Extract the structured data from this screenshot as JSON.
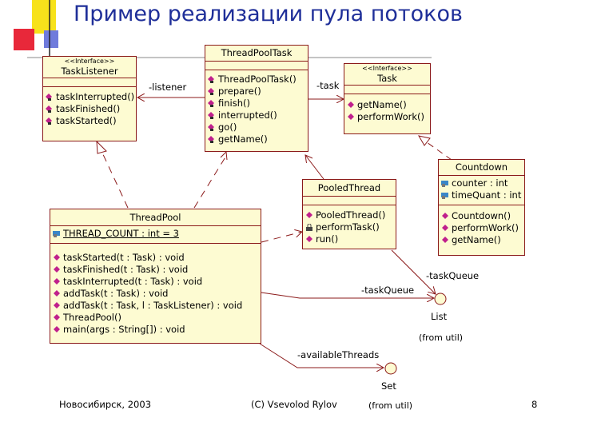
{
  "title": "Пример реализации пула потоков",
  "classes": {
    "tasklistener": {
      "stereotype": "<<Interface>>",
      "name": "TaskListener",
      "methods": [
        "taskInterrupted()",
        "taskFinished()",
        "taskStarted()"
      ]
    },
    "threadpooltask": {
      "name": "ThreadPoolTask",
      "methods": [
        "ThreadPoolTask()",
        "prepare()",
        "finish()",
        "interrupted()",
        "go()",
        "getName()"
      ]
    },
    "task": {
      "stereotype": "<<Interface>>",
      "name": "Task",
      "methods": [
        "getName()",
        "performWork()"
      ]
    },
    "countdown": {
      "name": "Countdown",
      "attributes": [
        "counter : int",
        "timeQuant : int"
      ],
      "methods": [
        "Countdown()",
        "performWork()",
        "getName()"
      ]
    },
    "pooledthread": {
      "name": "PooledThread",
      "methods": [
        "PooledThread()",
        "performTask()",
        "run()"
      ]
    },
    "threadpool": {
      "name": "ThreadPool",
      "attributes": [
        "THREAD_COUNT : int = 3"
      ],
      "methods": [
        "taskStarted(t : Task) : void",
        "taskFinished(t : Task) : void",
        "taskInterrupted(t : Task) : void",
        "addTask(t : Task) : void",
        "addTask(t : Task, l : TaskListener) : void",
        "ThreadPool()",
        "main(args : String[]) : void"
      ]
    }
  },
  "associations": {
    "listener": "-listener",
    "task": "-task",
    "taskqueue_1": "-taskQueue",
    "taskqueue_2": "-taskQueue",
    "available_threads": "-availableThreads"
  },
  "externals": {
    "list": {
      "name": "List",
      "package": "(from util)"
    },
    "set": {
      "name": "Set",
      "package": "(from util)"
    }
  },
  "footer": {
    "left": "Новосибирск, 2003",
    "center": "(C) Vsevolod Rylov",
    "page": "8"
  },
  "colors": {
    "box_fill": "#fdfbd2",
    "box_border": "#8b1a1a",
    "title": "#1f2f99",
    "public_icon": "#c0208c"
  }
}
